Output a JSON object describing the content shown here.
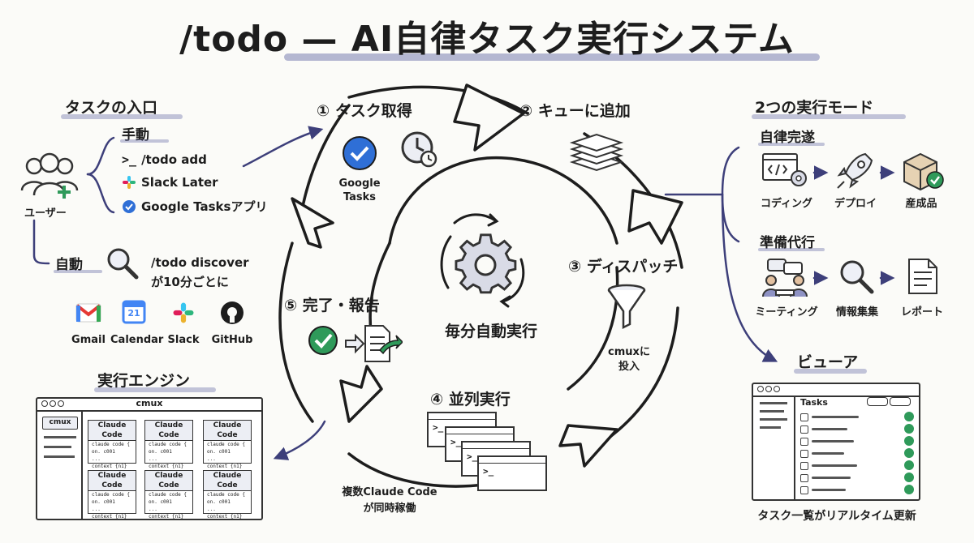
{
  "title": "/todo — AI自律タスク実行システム",
  "entry": {
    "heading": "タスクの入口",
    "user_label": "ユーザー",
    "manual": {
      "heading": "手動",
      "items": [
        "/todo add",
        "Slack Later",
        "Google Tasksアプリ"
      ]
    },
    "auto": {
      "heading": "自動",
      "command": "/todo discover",
      "interval": "が10分ごとに",
      "sources": [
        "Gmail",
        "Calendar",
        "Slack",
        "GitHub"
      ],
      "calendar_day": "21"
    }
  },
  "cycle": {
    "center_label": "毎分自動実行",
    "steps": [
      {
        "label": "① タスク取得",
        "sub": "Google\nTasks"
      },
      {
        "label": "② キューに追加"
      },
      {
        "label": "③ ディスパッチ",
        "sub": "cmuxに\n投入"
      },
      {
        "label": "④ 並列実行",
        "sub": "複数Claude Code\nが同時稼働"
      },
      {
        "label": "⑤ 完了・報告"
      }
    ]
  },
  "engine": {
    "heading": "実行エンジン",
    "window_title": "cmux",
    "sidebar_tab": "cmux",
    "panel_title": "Claude Code",
    "panel_lines": [
      "claude code {",
      "on. c001",
      "...",
      "context {n1}"
    ]
  },
  "modes": {
    "heading": "2つの実行モード",
    "autonomous": {
      "heading": "自律完遂",
      "steps": [
        "コディング",
        "デプロイ",
        "産成品"
      ]
    },
    "prep": {
      "heading": "準備代行",
      "steps": [
        "ミーティング",
        "情報集集",
        "レポート"
      ]
    }
  },
  "viewer": {
    "heading": "ビューア",
    "panel_title": "Tasks",
    "caption": "タスク一覧がリアルタイム更新"
  },
  "colors": {
    "accent": "#3d3f7a",
    "check_green": "#2f9a5a",
    "google_blue": "#2f6fd6",
    "underline": "#7a7fb1"
  }
}
